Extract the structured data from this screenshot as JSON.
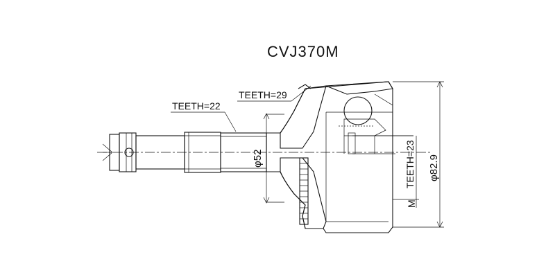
{
  "title": "CVJ370M",
  "labels": {
    "shaft_teeth": "TEETH=22",
    "outer_teeth": "TEETH=29",
    "inner_teeth": "TEETH=23",
    "shaft_diameter": "φ52",
    "outer_diameter": "φ82.9",
    "thread_mark": "M"
  }
}
